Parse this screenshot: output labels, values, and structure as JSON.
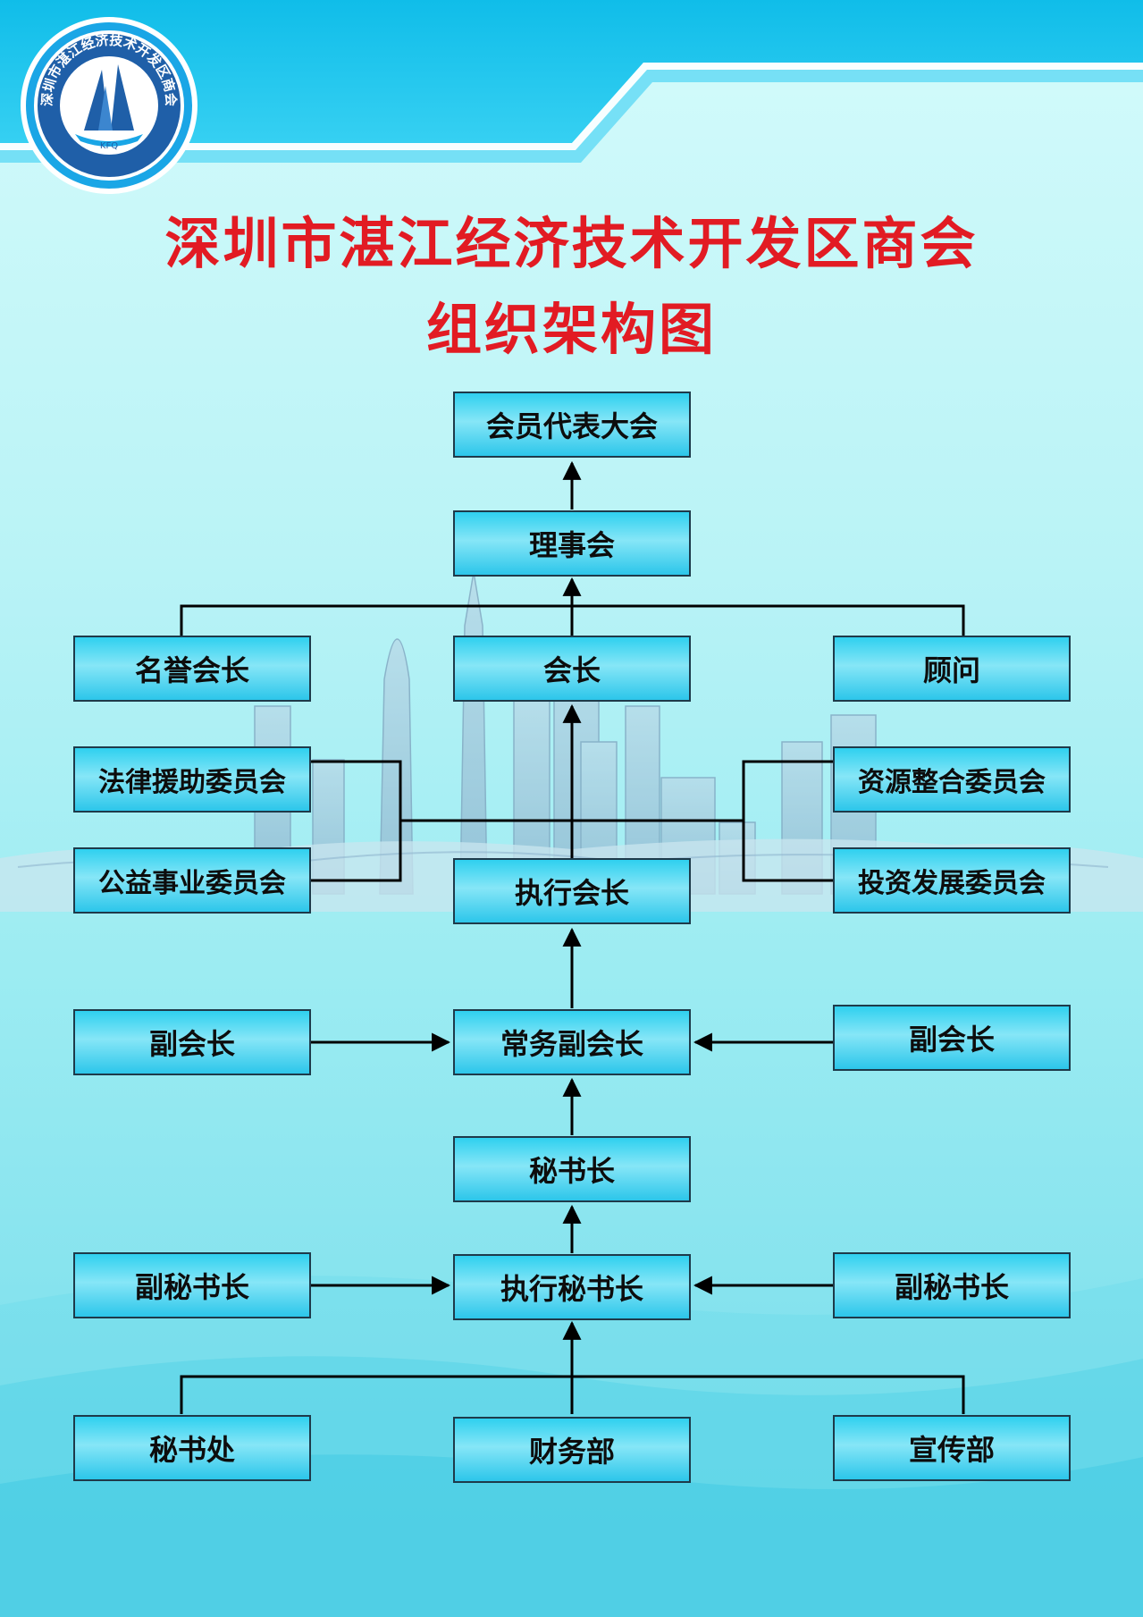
{
  "logo": {
    "text": "深圳市湛江经济技术开发区商会",
    "abbr": "KFQ",
    "icon": "sailboat-icon"
  },
  "title": {
    "line1": "深圳市湛江经济技术开发区商会",
    "line2": "组织架构图"
  },
  "colors": {
    "title": "#e21b23",
    "header": "#19c2ec",
    "node_fill": "#4fd6f2",
    "node_border": "#1e3a4a"
  },
  "nodes": {
    "members_congress": "会员代表大会",
    "council": "理事会",
    "honorary_president": "名誉会长",
    "president": "会长",
    "advisor": "顾问",
    "legal_aid_committee": "法律援助委员会",
    "public_welfare_committee": "公益事业委员会",
    "resource_committee": "资源整合委员会",
    "investment_committee": "投资发展委员会",
    "executive_president": "执行会长",
    "vice_president_left": "副会长",
    "standing_vice_president": "常务副会长",
    "vice_president_right": "副会长",
    "secretary_general": "秘书长",
    "deputy_secretary_left": "副秘书长",
    "executive_secretary": "执行秘书长",
    "deputy_secretary_right": "副秘书长",
    "secretariat": "秘书处",
    "finance": "财务部",
    "publicity": "宣传部"
  }
}
